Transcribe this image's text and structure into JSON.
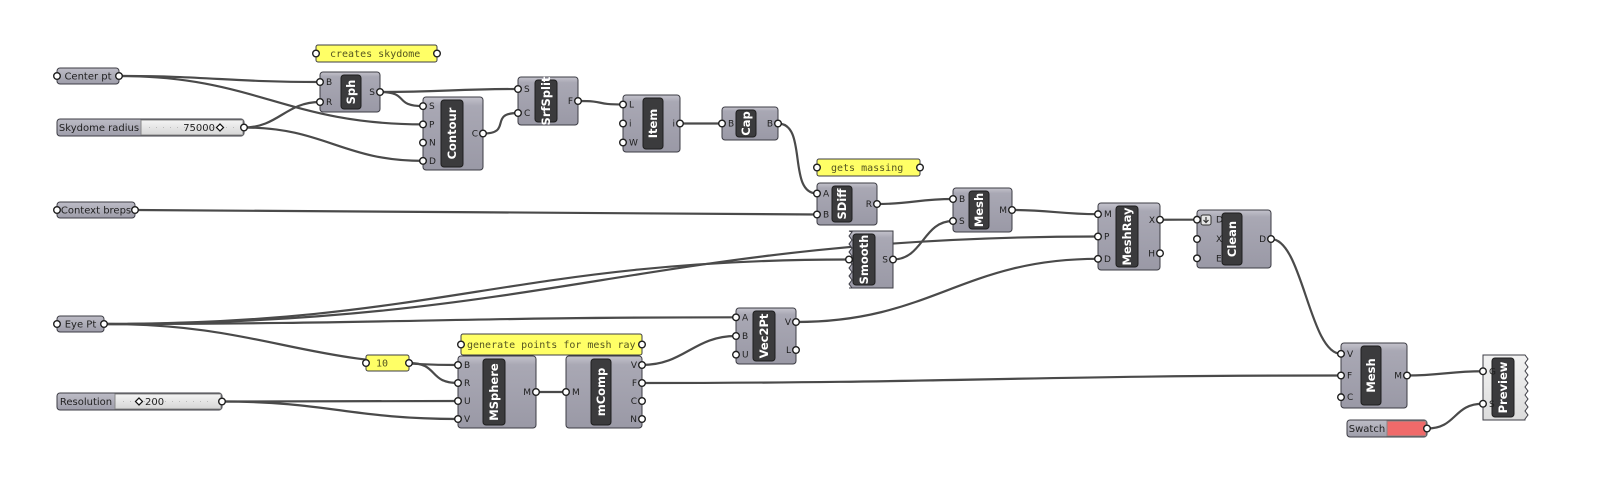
{
  "nodes": [
    {
      "id": "center",
      "type": "param",
      "label": "Center pt"
    },
    {
      "id": "radius",
      "type": "slider",
      "label": "Skydome radius",
      "value": "75000"
    },
    {
      "id": "context",
      "type": "param",
      "label": "Context breps"
    },
    {
      "id": "eye",
      "type": "param",
      "label": "Eye Pt"
    },
    {
      "id": "resolution",
      "type": "slider",
      "label": "Resolution",
      "value": "200"
    },
    {
      "id": "swatch",
      "type": "swatch",
      "label": "Swatch",
      "color": "#f06a6a"
    },
    {
      "id": "note1",
      "type": "panel",
      "text": "creates skydome"
    },
    {
      "id": "note2",
      "type": "panel",
      "text": "gets massing"
    },
    {
      "id": "note3",
      "type": "panel",
      "text": "generate points for mesh ray"
    },
    {
      "id": "ten",
      "type": "panel",
      "text": "10"
    },
    {
      "id": "sph",
      "type": "component",
      "name": "Sph",
      "inputs": [
        "B",
        "R"
      ],
      "outputs": [
        "S"
      ]
    },
    {
      "id": "contour",
      "type": "component",
      "name": "Contour",
      "inputs": [
        "S",
        "P",
        "N",
        "D"
      ],
      "outputs": [
        "C"
      ]
    },
    {
      "id": "srfsplit",
      "type": "component",
      "name": "SrfSplit",
      "inputs": [
        "S",
        "C"
      ],
      "outputs": [
        "F"
      ]
    },
    {
      "id": "item",
      "type": "component",
      "name": "Item",
      "inputs": [
        "L",
        "i",
        "W"
      ],
      "outputs": [
        "i"
      ]
    },
    {
      "id": "cap",
      "type": "component",
      "name": "Cap",
      "inputs": [
        "B"
      ],
      "outputs": [
        "B"
      ]
    },
    {
      "id": "sdiff",
      "type": "component",
      "name": "SDiff",
      "inputs": [
        "A",
        "B"
      ],
      "outputs": [
        "R"
      ]
    },
    {
      "id": "mesh1",
      "type": "component",
      "name": "Mesh",
      "inputs": [
        "B",
        "S"
      ],
      "outputs": [
        "M"
      ]
    },
    {
      "id": "smooth",
      "type": "component",
      "name": "Smooth",
      "inputs": [
        ""
      ],
      "outputs": [
        "S"
      ],
      "variant": "zigzag-left"
    },
    {
      "id": "meshray",
      "type": "component",
      "name": "MeshRay",
      "inputs": [
        "M",
        "P",
        "D"
      ],
      "outputs": [
        "X",
        "H"
      ]
    },
    {
      "id": "clean",
      "type": "component",
      "name": "Clean",
      "inputs": [
        "D",
        "X",
        "E"
      ],
      "outputs": [
        "D"
      ],
      "icon": "down-arrow-icon"
    },
    {
      "id": "mesh2",
      "type": "component",
      "name": "Mesh",
      "inputs": [
        "V",
        "F",
        "C"
      ],
      "outputs": [
        "M"
      ]
    },
    {
      "id": "preview",
      "type": "component",
      "name": "Preview",
      "inputs": [
        "G",
        "S"
      ],
      "outputs": [],
      "variant": "zigzag-right"
    },
    {
      "id": "vec2pt",
      "type": "component",
      "name": "Vec2Pt",
      "inputs": [
        "A",
        "B",
        "U"
      ],
      "outputs": [
        "V",
        "L"
      ]
    },
    {
      "id": "msphere",
      "type": "component",
      "name": "MSphere",
      "inputs": [
        "B",
        "R",
        "U",
        "V"
      ],
      "outputs": [
        "M"
      ]
    },
    {
      "id": "mcomp",
      "type": "component",
      "name": "mComp",
      "inputs": [
        "M"
      ],
      "outputs": [
        "V",
        "F",
        "C",
        "N"
      ]
    }
  ],
  "wires": [
    [
      "center",
      0,
      "sph",
      0
    ],
    [
      "center",
      0,
      "contour",
      1
    ],
    [
      "radius",
      0,
      "sph",
      1
    ],
    [
      "radius",
      0,
      "contour",
      3
    ],
    [
      "sph",
      0,
      "contour",
      0
    ],
    [
      "sph",
      0,
      "srfsplit",
      0
    ],
    [
      "contour",
      0,
      "srfsplit",
      1
    ],
    [
      "srfsplit",
      0,
      "item",
      0
    ],
    [
      "item",
      0,
      "cap",
      0
    ],
    [
      "cap",
      0,
      "sdiff",
      0
    ],
    [
      "context",
      0,
      "sdiff",
      1
    ],
    [
      "sdiff",
      0,
      "mesh1",
      0
    ],
    [
      "smooth",
      0,
      "mesh1",
      1
    ],
    [
      "mesh1",
      0,
      "meshray",
      0
    ],
    [
      "eye",
      0,
      "meshray",
      1
    ],
    [
      "eye",
      0,
      "smooth",
      0
    ],
    [
      "vec2pt",
      0,
      "meshray",
      2
    ],
    [
      "eye",
      0,
      "vec2pt",
      0
    ],
    [
      "eye",
      0,
      "msphere",
      0
    ],
    [
      "ten",
      0,
      "msphere",
      1
    ],
    [
      "resolution",
      0,
      "msphere",
      2
    ],
    [
      "resolution",
      0,
      "msphere",
      3
    ],
    [
      "msphere",
      0,
      "mcomp",
      0
    ],
    [
      "mcomp",
      0,
      "vec2pt",
      1
    ],
    [
      "mcomp",
      1,
      "mesh2",
      1
    ],
    [
      "meshray",
      0,
      "clean",
      0
    ],
    [
      "clean",
      0,
      "mesh2",
      0
    ],
    [
      "mesh2",
      0,
      "preview",
      0
    ],
    [
      "swatch",
      0,
      "preview",
      1
    ]
  ]
}
